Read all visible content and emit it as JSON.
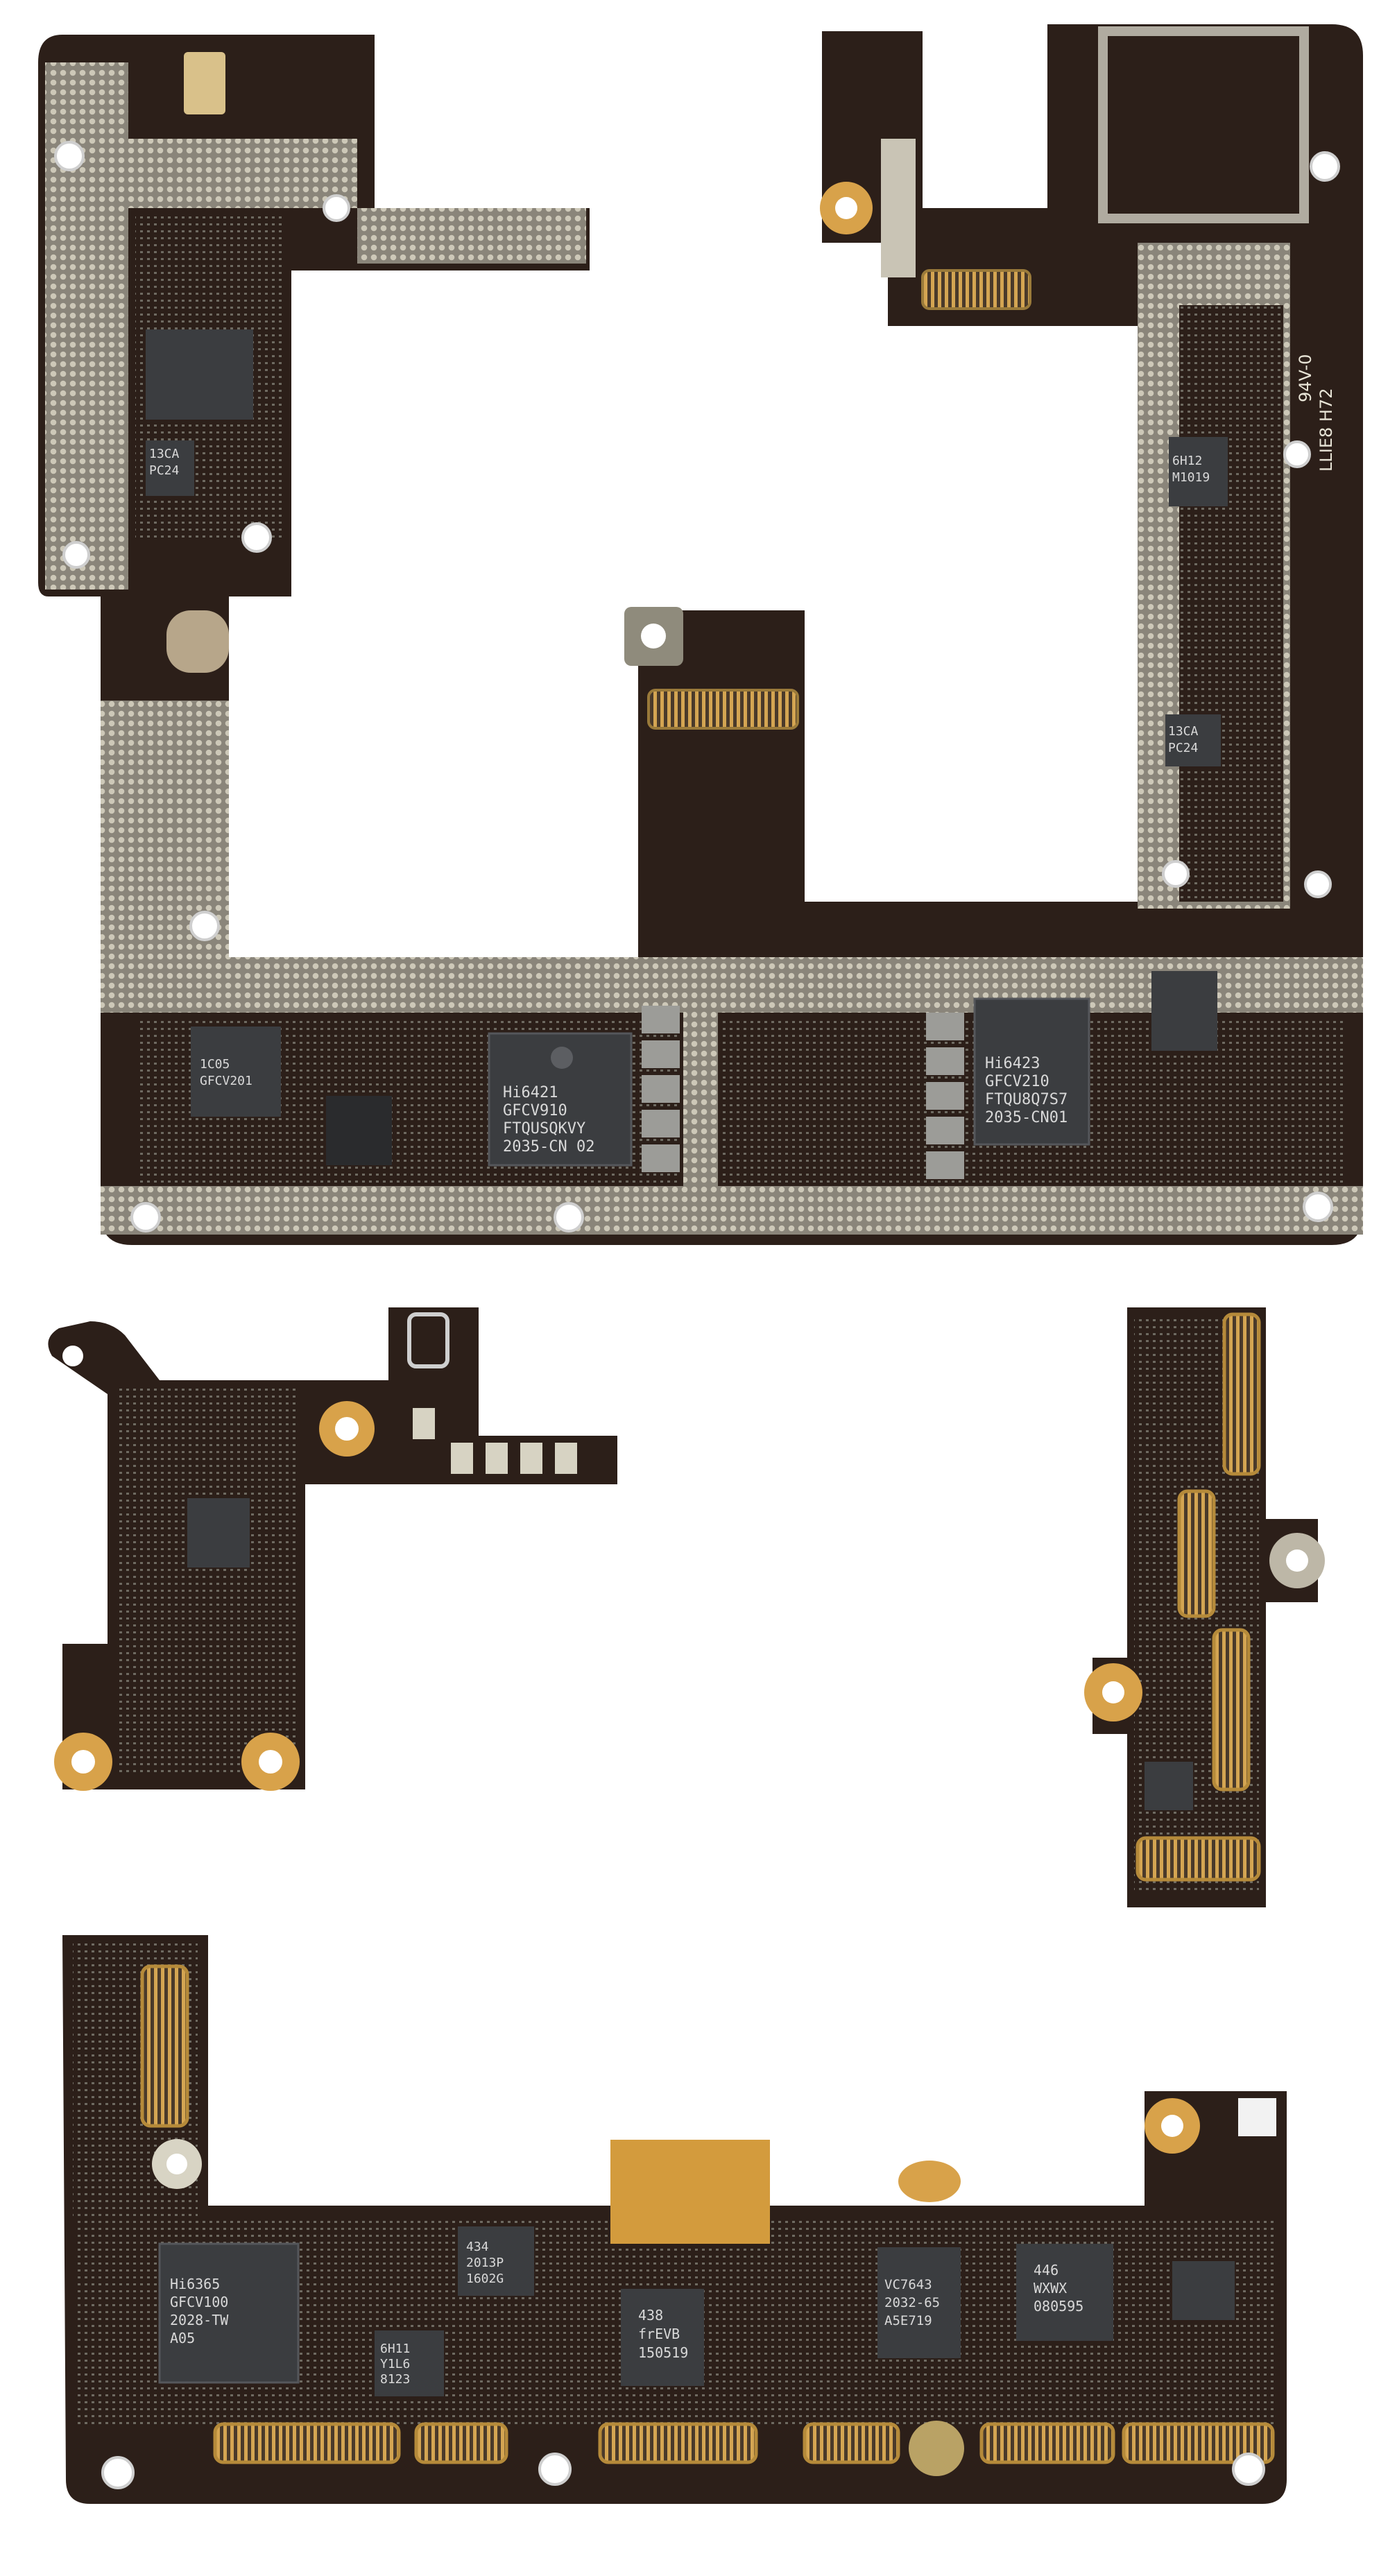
{
  "scene": {
    "background": "#ffffff",
    "colors": {
      "pcb": "#2c1f19",
      "pcb_light": "#3a2a22",
      "shield": "#8f8b80",
      "shield_dot": "#c9c5b6",
      "chip": "#3b3d40",
      "gold": "#d8a24a",
      "connector": "#b98a3e",
      "flex": "#d39b3d",
      "pad": "#cfcfcf"
    }
  },
  "main_board": {
    "chips": [
      {
        "id": "hi6421",
        "lines": [
          "Hi6421",
          "GFCV910",
          "FTQUSQKVY",
          "2035-CN 02"
        ]
      },
      {
        "id": "hi6423",
        "lines": [
          "Hi6423",
          "GFCV210",
          "FTQU8Q7S7",
          "2035-CN01"
        ]
      },
      {
        "id": "small-left",
        "lines": [
          "1C05",
          "GFCV201"
        ]
      },
      {
        "id": "pc24-left",
        "lines": [
          "13CA",
          "PC24"
        ]
      },
      {
        "id": "pc24-right",
        "lines": [
          "13CA",
          "PC24"
        ]
      },
      {
        "id": "hi6h12",
        "lines": [
          "6H12",
          "M1019"
        ]
      }
    ],
    "silkscreen": [
      "94V-0",
      "LLIE8 H72"
    ]
  },
  "bottom_board": {
    "chips": [
      {
        "id": "hi6365",
        "lines": [
          "Hi6365",
          "GFCV100",
          "2028-TW",
          "A05"
        ]
      },
      {
        "id": "chip-438",
        "lines": [
          "438",
          "frEVB",
          "150519"
        ]
      },
      {
        "id": "chip-vc7643",
        "lines": [
          "VC7643",
          "2032-65",
          "A5E719"
        ]
      },
      {
        "id": "chip-446",
        "lines": [
          "446",
          "WXWX",
          "080595"
        ]
      },
      {
        "id": "chip-434",
        "lines": [
          "434",
          "2013P",
          "1602G"
        ]
      },
      {
        "id": "chip-6h11",
        "lines": [
          "6H11",
          "Y1L6",
          "8123"
        ]
      }
    ]
  }
}
